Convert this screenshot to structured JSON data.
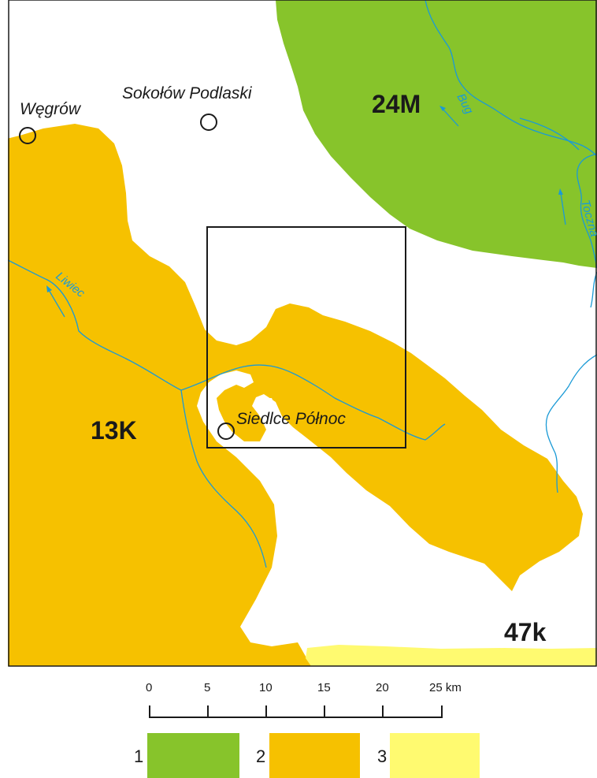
{
  "colors": {
    "zone_green": "#87c42b",
    "zone_orange": "#f6c100",
    "zone_yellow": "#fffa70",
    "river": "#1a9ad6",
    "frame": "#1a1a1a"
  },
  "places": {
    "wegrow": "Węgrów",
    "sokolow": "Sokołów Podlaski",
    "siedlce": "Siedlce Północ"
  },
  "zones": {
    "z24m": "24M",
    "z13k": "13K",
    "z47k": "47k"
  },
  "rivers": {
    "bug": "Bug",
    "toczna": "Toczna",
    "liwiec": "Liwiec"
  },
  "scale_bar": {
    "ticks": [
      "0",
      "5",
      "10",
      "15",
      "20",
      "25 km"
    ]
  },
  "legend": [
    {
      "number": "1",
      "color": "#87c42b"
    },
    {
      "number": "2",
      "color": "#f6c100"
    },
    {
      "number": "3",
      "color": "#fffa70"
    }
  ]
}
